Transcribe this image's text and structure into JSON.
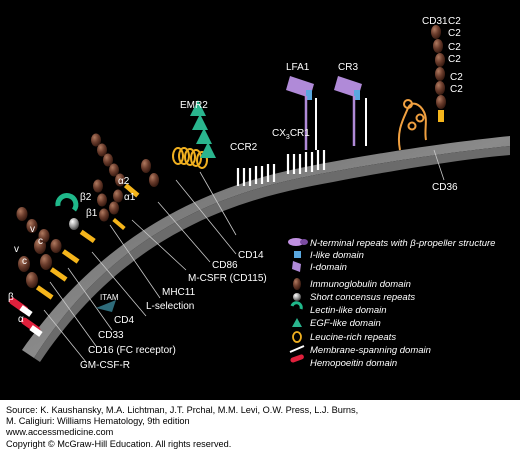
{
  "figure": {
    "background": "#000000",
    "membrane_color": "#7a7a7a",
    "labels": {
      "cd31": "CD31",
      "lfa1": "LFA1",
      "cr3": "CR3",
      "emr2": "EMR2",
      "ccr2": "CCR2",
      "cx3cr1_prefix": "CX",
      "cx3cr1_sub": "3",
      "cx3cr1_suffix": "CR1",
      "cd36": "CD36",
      "cd14": "CD14",
      "cd86": "CD86",
      "mcsfr": "M-CSFR (CD115)",
      "mhc11": "MHC11",
      "lselection": "L-selection",
      "cd4": "CD4",
      "cd33": "CD33",
      "cd16": "CD16 (FC receptor)",
      "gmcsfr": "GM-CSF-R",
      "itam": "ITAM",
      "c2": "C2",
      "alpha2": "α2",
      "alpha1": "α1",
      "beta2": "β2",
      "beta1": "β1",
      "v": "v",
      "c": "c",
      "beta": "β",
      "alpha": "α"
    },
    "legend": [
      {
        "icon": "propeller-icon",
        "text": "N-terminal repeats with β-propeller structure"
      },
      {
        "icon": "i-like-domain-icon",
        "text": "I-like domain"
      },
      {
        "icon": "i-domain-icon",
        "text": "I-domain"
      },
      {
        "icon": "immunoglobulin-domain-icon",
        "text": "Immunoglobulin domain"
      },
      {
        "icon": "short-consensus-repeat-icon",
        "text": "Short concensus repeats"
      },
      {
        "icon": "lectin-like-domain-icon",
        "text": "Lectin-like domain"
      },
      {
        "icon": "egf-like-domain-icon",
        "text": "EGF-like domain"
      },
      {
        "icon": "leucine-rich-repeat-icon",
        "text": "Leucine-rich repeats"
      },
      {
        "icon": "membrane-spanning-domain-icon",
        "text": "Membrane-spanning domain"
      },
      {
        "icon": "hemopoeitin-domain-icon",
        "text": "Hemopoeitin domain"
      }
    ]
  },
  "caption": {
    "line1": "Source: K. Kaushansky, M.A. Lichtman, J.T. Prchal, M.M. Levi, O.W. Press, L.J. Burns,",
    "line2": "M. Caligiuri: Williams Hematology, 9th edition",
    "line3": "www.accessmedicine.com",
    "line4": "Copyright © McGraw-Hill Education.  All rights reserved."
  }
}
